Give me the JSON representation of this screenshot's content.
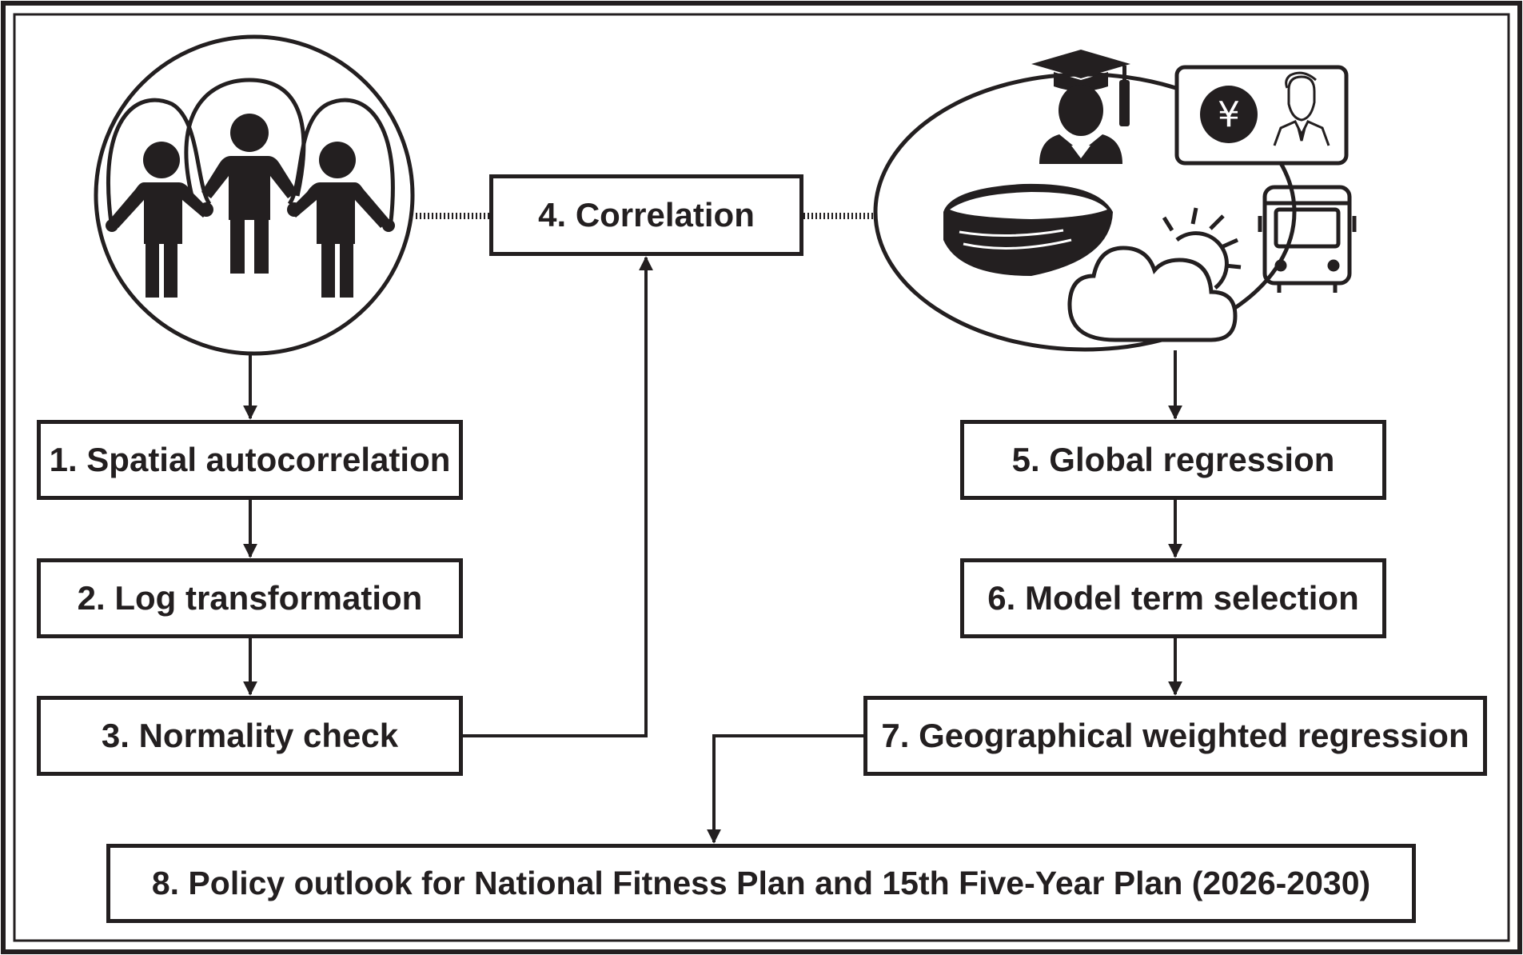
{
  "steps": {
    "s1": "1. Spatial autocorrelation",
    "s2": "2. Log transformation",
    "s3": "3. Normality check",
    "s4": "4. Correlation",
    "s5": "5. Global regression",
    "s6": "6. Model term selection",
    "s7": "7. Geographical weighted regression",
    "s8": "8. Policy outlook for National Fitness Plan and 15th Five-Year Plan (2026-2030)"
  },
  "icons": {
    "left_circle": "jump-rope-people-icon",
    "right_ellipse": [
      "graduate-icon",
      "yuan-coin-icon",
      "businessman-icon",
      "stadium-icon",
      "partly-cloudy-weather-icon",
      "bus-icon"
    ],
    "yuan_symbol": "¥"
  },
  "colors": {
    "ink": "#231f20",
    "background": "#ffffff"
  }
}
